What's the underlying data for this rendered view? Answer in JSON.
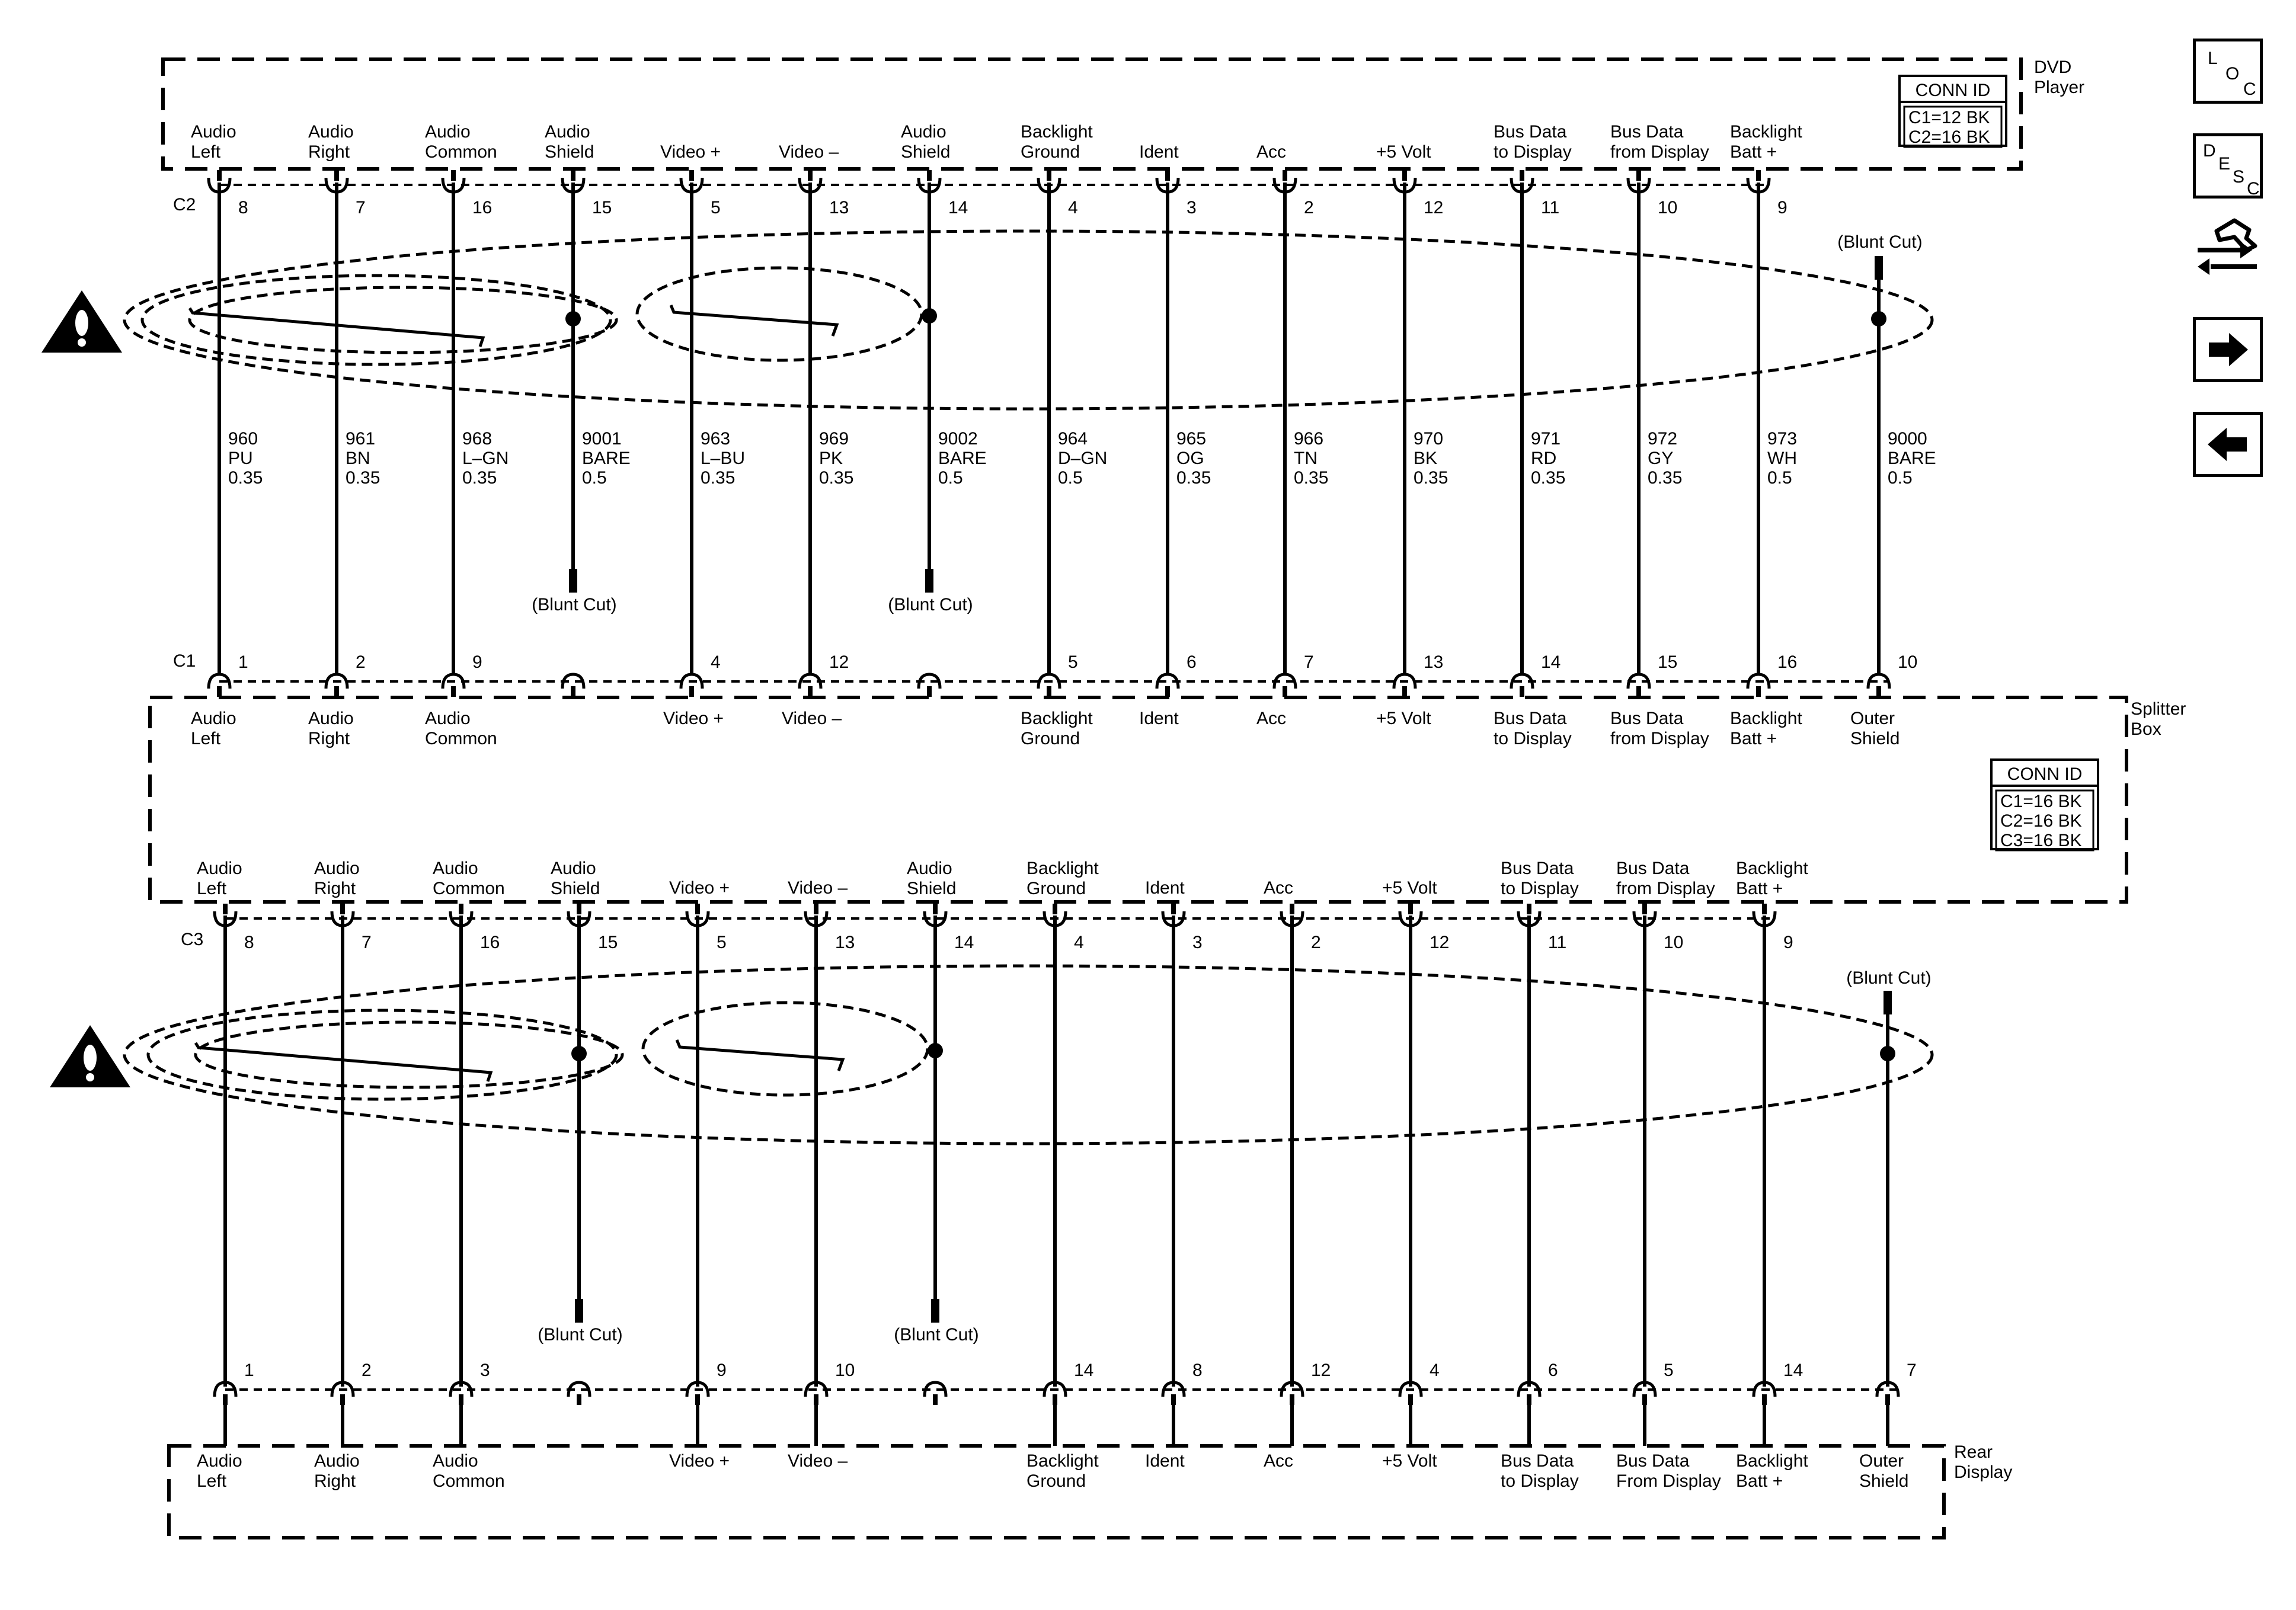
{
  "components": {
    "dvd": {
      "name": "DVD\nPlayer",
      "conn_title": "CONN ID",
      "conn_lines": [
        "C1=12 BK",
        "C2=16 BK"
      ]
    },
    "splitter": {
      "name": "Splitter\nBox",
      "conn_title": "CONN ID",
      "conn_lines": [
        "C1=16 BK",
        "C2=16 BK",
        "C3=16 BK"
      ]
    },
    "rear": {
      "name": "Rear\nDisplay"
    }
  },
  "connectors": {
    "dvd_c2": "C2",
    "splitter_c1": "C1",
    "splitter_c3": "C3"
  },
  "blunt_cut": "(Blunt Cut)",
  "top_section": {
    "dvd_labels": [
      "Audio\nLeft",
      "Audio\nRight",
      "Audio\nCommon",
      "Audio\nShield",
      "Video +",
      "Video –",
      "Audio\nShield",
      "Backlight\nGround",
      "Ident",
      "Acc",
      "+5 Volt",
      "Bus Data\nto Display",
      "Bus Data\nfrom Display",
      "Backlight\nBatt +"
    ],
    "dvd_pins": [
      "8",
      "7",
      "16",
      "15",
      "5",
      "13",
      "14",
      "4",
      "3",
      "2",
      "12",
      "11",
      "10",
      "9"
    ],
    "wires": [
      {
        "circuit": "960",
        "color": "PU",
        "gauge": "0.35"
      },
      {
        "circuit": "961",
        "color": "BN",
        "gauge": "0.35"
      },
      {
        "circuit": "968",
        "color": "L–GN",
        "gauge": "0.35"
      },
      {
        "circuit": "9001",
        "color": "BARE",
        "gauge": "0.5"
      },
      {
        "circuit": "963",
        "color": "L–BU",
        "gauge": "0.35"
      },
      {
        "circuit": "969",
        "color": "PK",
        "gauge": "0.35"
      },
      {
        "circuit": "9002",
        "color": "BARE",
        "gauge": "0.5"
      },
      {
        "circuit": "964",
        "color": "D–GN",
        "gauge": "0.5"
      },
      {
        "circuit": "965",
        "color": "OG",
        "gauge": "0.35"
      },
      {
        "circuit": "966",
        "color": "TN",
        "gauge": "0.35"
      },
      {
        "circuit": "970",
        "color": "BK",
        "gauge": "0.35"
      },
      {
        "circuit": "971",
        "color": "RD",
        "gauge": "0.35"
      },
      {
        "circuit": "972",
        "color": "GY",
        "gauge": "0.35"
      },
      {
        "circuit": "973",
        "color": "WH",
        "gauge": "0.5"
      },
      {
        "circuit": "9000",
        "color": "BARE",
        "gauge": "0.5"
      }
    ],
    "splitter_pins": [
      "1",
      "2",
      "9",
      "",
      "4",
      "12",
      "",
      "5",
      "6",
      "7",
      "13",
      "14",
      "15",
      "16",
      "10"
    ],
    "splitter_labels": [
      "Audio\nLeft",
      "Audio\nRight",
      "Audio\nCommon",
      "",
      "Video +",
      "Video –",
      "",
      "Backlight\nGround",
      "Ident",
      "Acc",
      "+5 Volt",
      "Bus Data\nto Display",
      "Bus Data\nfrom Display",
      "Backlight\nBatt +",
      "Outer\nShield"
    ]
  },
  "bottom_section": {
    "splitter_labels": [
      "Audio\nLeft",
      "Audio\nRight",
      "Audio\nCommon",
      "Audio\nShield",
      "Video +",
      "Video –",
      "Audio\nShield",
      "Backlight\nGround",
      "Ident",
      "Acc",
      "+5 Volt",
      "Bus Data\nto Display",
      "Bus Data\nfrom Display",
      "Backlight\nBatt +"
    ],
    "splitter_pins": [
      "8",
      "7",
      "16",
      "15",
      "5",
      "13",
      "14",
      "4",
      "3",
      "2",
      "12",
      "11",
      "10",
      "9"
    ],
    "rear_pins": [
      "1",
      "2",
      "3",
      "",
      "9",
      "10",
      "",
      "14",
      "8",
      "12",
      "4",
      "6",
      "5",
      "14",
      "7"
    ],
    "rear_labels": [
      "Audio\nLeft",
      "Audio\nRight",
      "Audio\nCommon",
      "",
      "Video +",
      "Video –",
      "",
      "Backlight\nGround",
      "Ident",
      "Acc",
      "+5 Volt",
      "Bus Data\nto Display",
      "Bus Data\nFrom Display",
      "Backlight\nBatt +",
      "Outer\nShield"
    ]
  },
  "navigation": {
    "loc_letters": [
      "L",
      "O",
      "C"
    ],
    "desc_letters": [
      "D",
      "E",
      "S",
      "C"
    ],
    "icons": [
      "location-icon",
      "description-icon",
      "wrench-connector-icon",
      "arrow-right-icon",
      "arrow-left-icon"
    ]
  }
}
